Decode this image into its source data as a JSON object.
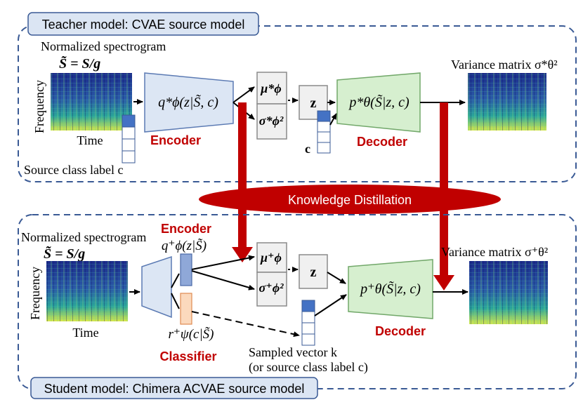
{
  "teacher": {
    "title": "Teacher model: CVAE source model",
    "input_label": "Normalized spectrogram",
    "input_eq": "S̃ = S/g",
    "axis_y": "Frequency",
    "axis_x": "Time",
    "class_label": "Source class label c",
    "encoder_formula": "q*ϕ(z|S̃, c)",
    "encoder_label": "Encoder",
    "mu": "μ*ϕ",
    "sigma": "σ*ϕ²",
    "z": "z",
    "c": "c",
    "decoder_formula": "p*θ(S̃|z, c)",
    "decoder_label": "Decoder",
    "output_label": "Variance matrix σ*θ²"
  },
  "distillation_label": "Knowledge Distillation",
  "student": {
    "title": "Student model: Chimera ACVAE source model",
    "input_label": "Normalized spectrogram",
    "input_eq": "S̃ = S/g",
    "axis_y": "Frequency",
    "axis_x": "Time",
    "encoder_label": "Encoder",
    "encoder_formula": "q⁺ϕ(z|S̃)",
    "classifier_formula": "r⁺ψ(c|S̃)",
    "classifier_label": "Classifier",
    "mu": "μ⁺ϕ",
    "sigma": "σ⁺ϕ²",
    "z": "z",
    "sampled_label": "Sampled vector k",
    "sampled_sub": "(or source class label c)",
    "decoder_formula": "p⁺θ(S̃|z, c)",
    "decoder_label": "Decoder",
    "output_label": "Variance matrix σ⁺θ²"
  },
  "colors": {
    "dashed_border": "#3a5a95",
    "title_fill": "#dbe5f3",
    "encoder_fill": "#dce6f4",
    "decoder_fill": "#d6efcf",
    "red": "#c00000",
    "onehot_fill": "#4472c4",
    "classifier_fill": "#fbd9bd"
  }
}
